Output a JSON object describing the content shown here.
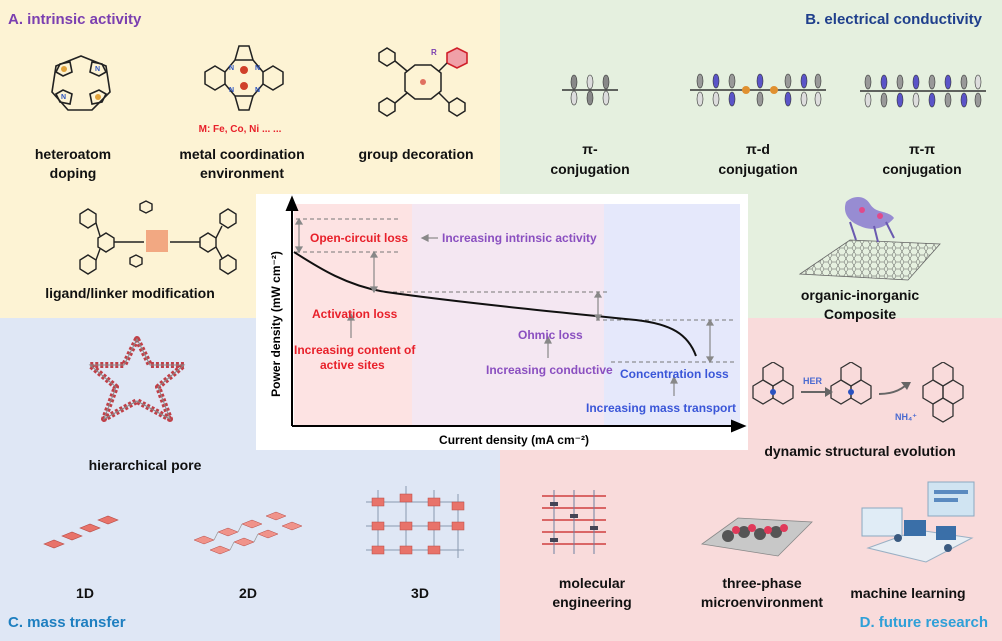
{
  "quadrants": {
    "a": {
      "title": "A. intrinsic activity",
      "color": "#7b3fb0"
    },
    "b": {
      "title": "B. electrical conductivity",
      "color": "#1f3f8c"
    },
    "c": {
      "title": "C. mass transfer",
      "color": "#1e7fc0"
    },
    "d": {
      "title": "D. future research",
      "color": "#2fa0d8"
    }
  },
  "a_items": {
    "heteroatom": [
      "heteroatom",
      "doping"
    ],
    "metal": [
      "metal coordination",
      "environment"
    ],
    "metal_note": "M: Fe, Co, Ni ... ...",
    "group": "group decoration",
    "ligand": "ligand/linker modification"
  },
  "b_items": {
    "pi": [
      "π-",
      "conjugation"
    ],
    "pid": [
      "π-d",
      "conjugation"
    ],
    "pipi": [
      "π-π",
      "conjugation"
    ],
    "composite": [
      "organic-inorganic",
      "Composite"
    ]
  },
  "c_items": {
    "pore": "hierarchical pore",
    "d1": "1D",
    "d2": "2D",
    "d3": "3D"
  },
  "d_items": {
    "dynamic": "dynamic structural evolution",
    "her": "HER",
    "nh4": "NH₄⁺",
    "molecular": [
      "molecular",
      "engineering"
    ],
    "threephase": [
      "three-phase",
      "microenvironment"
    ],
    "ml": "machine learning"
  },
  "central_chart": {
    "xlabel": "Current density (mA cm⁻²)",
    "ylabel": "Power density (mW cm⁻²)",
    "open_circuit_loss": "Open-circuit loss",
    "increasing_intrinsic": "Increasing intrinsic activity",
    "activation_loss": "Activation loss",
    "increasing_content": [
      "Increasing content of",
      "active sites"
    ],
    "ohmic_loss": "Ohmic loss",
    "increasing_conductive": "Increasing conductive",
    "concentration_loss": "Concentration loss",
    "increasing_mass": "Increasing mass transport",
    "colors": {
      "red": "#e8202a",
      "purple": "#8a4fc0",
      "blue": "#3a56d8"
    }
  }
}
